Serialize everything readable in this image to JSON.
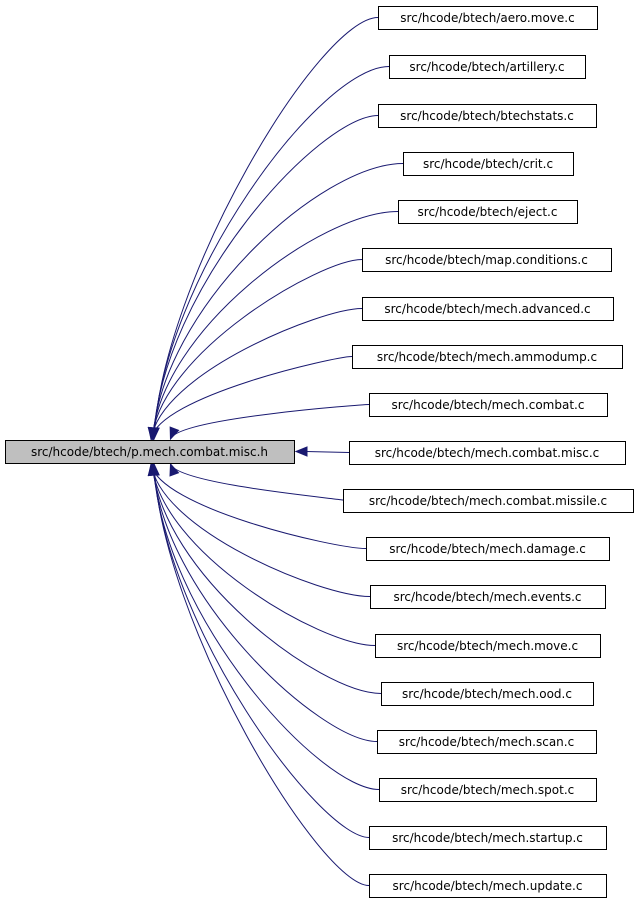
{
  "graph": {
    "root": {
      "label": "src/hcode/btech/p.mech.combat.misc.h"
    },
    "includers": [
      {
        "label": "src/hcode/btech/aero.move.c"
      },
      {
        "label": "src/hcode/btech/artillery.c"
      },
      {
        "label": "src/hcode/btech/btechstats.c"
      },
      {
        "label": "src/hcode/btech/crit.c"
      },
      {
        "label": "src/hcode/btech/eject.c"
      },
      {
        "label": "src/hcode/btech/map.conditions.c"
      },
      {
        "label": "src/hcode/btech/mech.advanced.c"
      },
      {
        "label": "src/hcode/btech/mech.ammodump.c"
      },
      {
        "label": "src/hcode/btech/mech.combat.c"
      },
      {
        "label": "src/hcode/btech/mech.combat.misc.c"
      },
      {
        "label": "src/hcode/btech/mech.combat.missile.c"
      },
      {
        "label": "src/hcode/btech/mech.damage.c"
      },
      {
        "label": "src/hcode/btech/mech.events.c"
      },
      {
        "label": "src/hcode/btech/mech.move.c"
      },
      {
        "label": "src/hcode/btech/mech.ood.c"
      },
      {
        "label": "src/hcode/btech/mech.scan.c"
      },
      {
        "label": "src/hcode/btech/mech.spot.c"
      },
      {
        "label": "src/hcode/btech/mech.startup.c"
      },
      {
        "label": "src/hcode/btech/mech.update.c"
      }
    ],
    "colors": {
      "edge": "#191970",
      "root_fill": "#bfbfbf",
      "node_fill": "#ffffff",
      "border": "#000000"
    }
  }
}
